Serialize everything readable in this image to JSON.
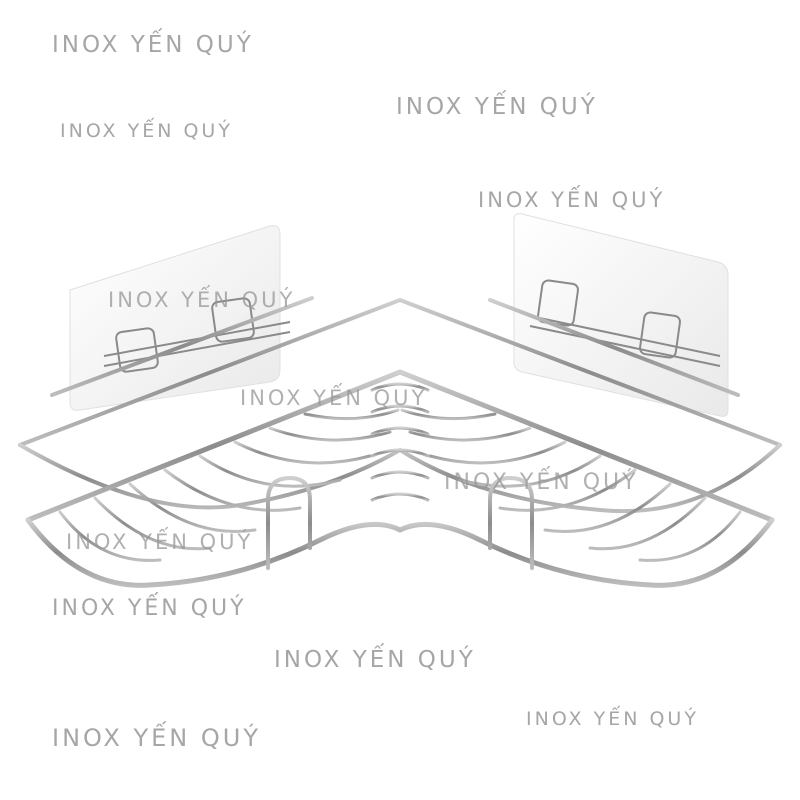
{
  "product_photo": {
    "subject": "stainless-steel-corner-shelf",
    "colors": {
      "background": "#ffffff",
      "steel": "#9a9a9a",
      "pad": "#f2f2f2"
    }
  },
  "watermarks": [
    "INOX YẾN QUÝ",
    "INOX YẾN QUÝ",
    "INOX YẾN QUÝ",
    "INOX YẾN QUÝ",
    "INOX YẾN QUÝ",
    "INOX YẾN QUÝ",
    "INOX YẾN QUÝ",
    "INOX YẾN QUÝ",
    "INOX YẾN QUÝ",
    "INOX YẾN QUÝ",
    "INOX YẾN QUÝ",
    "INOX YẾN QUÝ"
  ]
}
